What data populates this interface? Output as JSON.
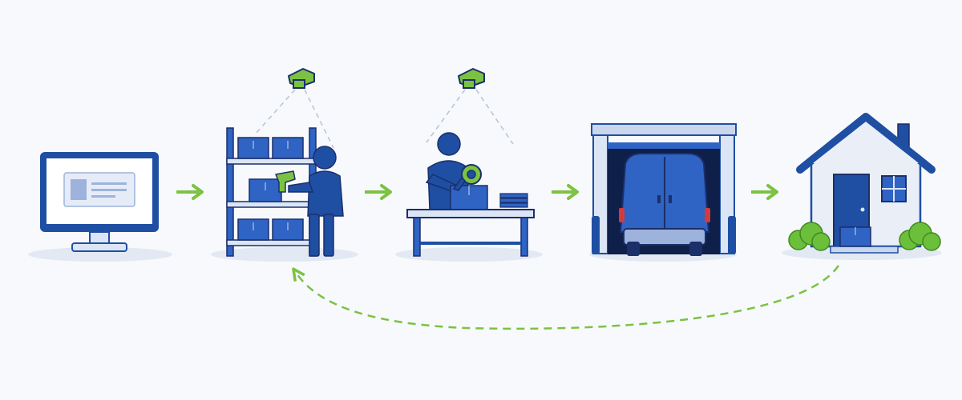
{
  "diagram": {
    "stages": [
      {
        "name": "online-order-computer"
      },
      {
        "name": "warehouse-picking"
      },
      {
        "name": "packing-station"
      },
      {
        "name": "loading-dock-van"
      },
      {
        "name": "customer-home-delivery"
      }
    ],
    "flow": {
      "direction": "left-to-right",
      "return_path": "dashed"
    }
  },
  "colors": {
    "primary_blue": "#1f4fa3",
    "dark_navy": "#1b2f6b",
    "light_blue": "#dbe5f5",
    "box_blue": "#2f63c4",
    "accent_green": "#7cc242",
    "bush_green": "#6bbf3a",
    "shadow": "#e3e9f3",
    "background": "#f7f9fc"
  },
  "icons": [
    "monitor-icon",
    "shelf-icon",
    "worker-icon",
    "barcode-scanner-icon",
    "security-camera-icon",
    "packing-table-icon",
    "tape-dispenser-icon",
    "garage-icon",
    "van-icon",
    "house-icon",
    "parcel-icon",
    "arrow-right-icon",
    "return-arrow-icon"
  ]
}
